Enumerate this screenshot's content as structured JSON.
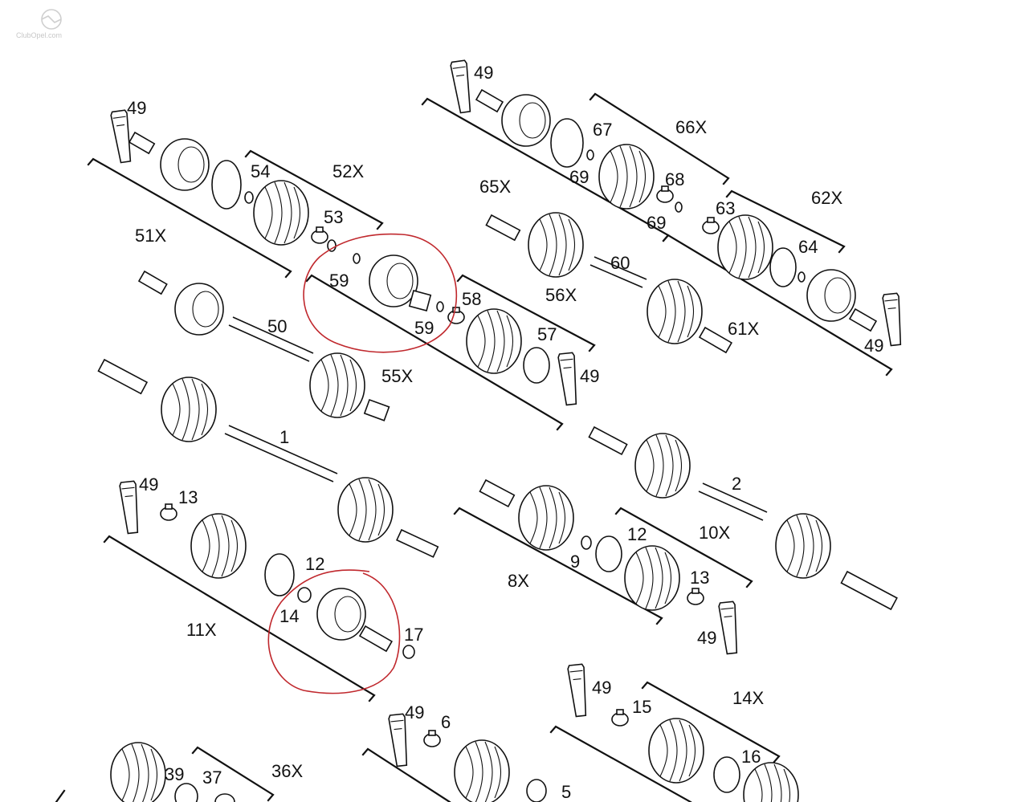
{
  "watermark": {
    "text": "ClubOpel.com"
  },
  "labels": {
    "l49a": "49",
    "l52x": "52X",
    "l54": "54",
    "l53": "53",
    "l51x": "51X",
    "l59a": "59",
    "l59b": "59",
    "l50": "50",
    "l58": "58",
    "l56x": "56X",
    "l57": "57",
    "l49b": "49",
    "l55x": "55X",
    "l1": "1",
    "l49c": "49",
    "l67": "67",
    "l66x": "66X",
    "l69a": "69",
    "l68": "68",
    "l69b": "69",
    "l65x": "65X",
    "l63": "63",
    "l62x": "62X",
    "l64": "64",
    "l60": "60",
    "l61x": "61X",
    "l49d": "49",
    "l49e": "49",
    "l13a": "13",
    "l12a": "12",
    "l14": "14",
    "l17": "17",
    "l11x": "11X",
    "l2": "2",
    "l12b": "12",
    "l10x": "10X",
    "l9": "9",
    "l8x": "8X",
    "l13b": "13",
    "l49f": "49",
    "l49g": "49",
    "l15": "15",
    "l14x": "14X",
    "l16": "16",
    "l49h": "49",
    "l6": "6",
    "l5": "5",
    "l39": "39",
    "l37": "37",
    "l36x": "36X"
  }
}
